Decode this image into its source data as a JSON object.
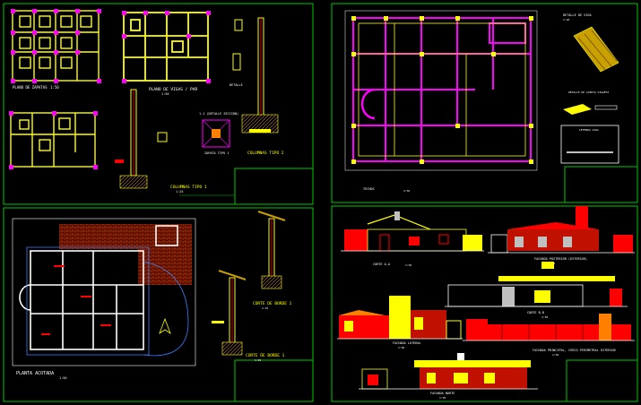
{
  "colors": {
    "background": "#000000",
    "frame": "#00c800",
    "wall_yellow": "#ffff00",
    "column_magenta": "#ff00ff",
    "rebar_red": "#ff0000",
    "brick_orange": "#c04000",
    "text_white": "#ffffff",
    "text_cyan": "#00ffff",
    "accent_blue": "#4080ff"
  },
  "sheets": {
    "s1": {
      "plan_zapatas": "PLANO DE ZAPATAS",
      "plan_zapatas_scale": "1:50",
      "plan_vigas": "PLANO DE VIGAS / PAR",
      "plan_vigas_scale": "1:50",
      "detalle": "DETALLE",
      "seccion": "1-1 (DETALLE SECCION)",
      "zapata_tipo1": "ZAPATA TIPO 1",
      "columnas_tipo2": "COLUMNAS TIPO 2",
      "columnas_tipo1": "COLUMNAS TIPO 1",
      "scale": "1:25"
    },
    "s2": {
      "detalle_viga": "DETALLE DE VIGA",
      "detalle_viga_scale": "1:20",
      "detalle_losa": "DETALLE DE LOSETA VIGUETA",
      "leyenda": "LEYENDA VIGA",
      "footer": "TECHOS",
      "footer_scale": "1:50"
    },
    "s3": {
      "planta": "PLANTA ACOTADA",
      "planta_scale": "1:50",
      "corte1": "CORTE DE BORDE 1",
      "corte1_scale": "1:25",
      "corte2": "CORTE DE BORDE 1",
      "corte2_scale": "1:25"
    },
    "s4": {
      "corte_a": "CORTE A-A",
      "corte_a_scale": "1:50",
      "fachada_posterior": "FACHADA POSTERIOR (EXTERIOR)",
      "fachada_posterior_scale": "1:50",
      "fachada_lateral": "FACHADA LATERAL",
      "fachada_lateral_scale": "1:50",
      "corte_b": "CORTE B-B",
      "corte_b_scale": "1:50",
      "fachada_principal": "FACHADA PRINCIPAL, CERCO PERIMETRAL EXTERIOR",
      "fachada_principal_scale": "1:50",
      "fachada_norte": "FACHADA NORTE",
      "fachada_norte_scale": "1:50"
    }
  }
}
